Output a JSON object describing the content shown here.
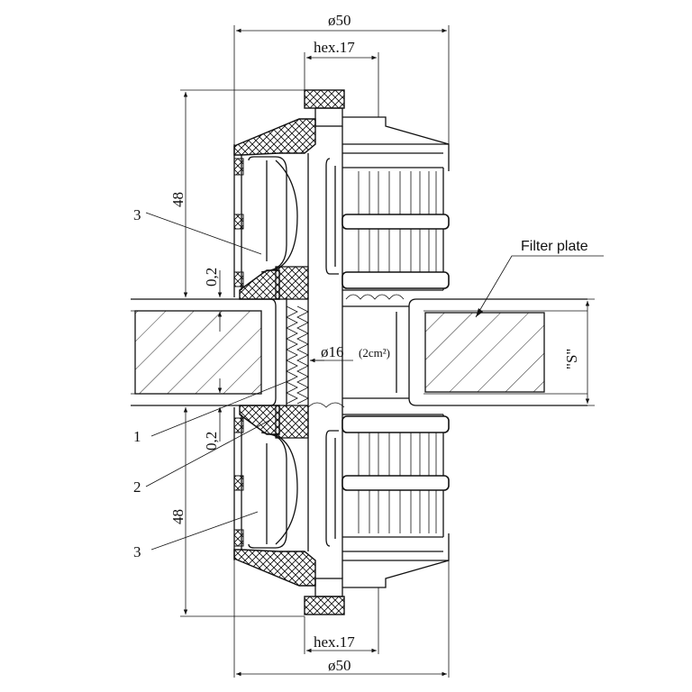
{
  "labels": {
    "dia_top": "ø50",
    "hex_top": "hex.17",
    "height_upper": "48",
    "gap_upper": "0,2",
    "item3_upper": "3",
    "filter_plate": "Filter plate",
    "bore_dia": "ø16",
    "bore_area": "(2cm²)",
    "thickness": "\"S\"",
    "item1": "1",
    "gap_lower": "0,2",
    "item2": "2",
    "height_lower": "48",
    "item3_lower": "3",
    "hex_bottom": "hex.17",
    "dia_bottom": "ø50"
  },
  "colors": {
    "line": "#111111",
    "background": "#ffffff"
  }
}
